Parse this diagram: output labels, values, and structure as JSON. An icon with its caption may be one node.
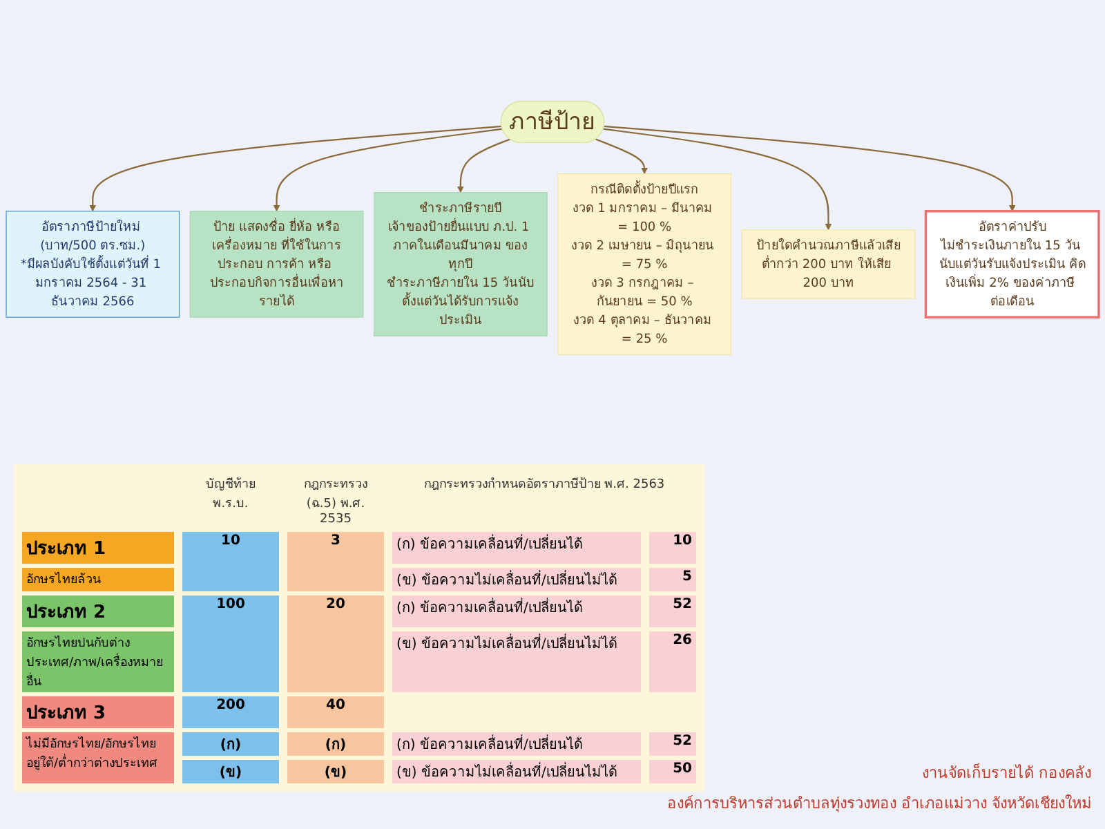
{
  "diagram": {
    "nodes": [
      {
        "text": [
          "ภาษีป้าย"
        ]
      },
      {
        "text": [
          "ชำระภาษีรายปี",
          "เจ้าของป้ายยื่นแบบ ภ.ป. 1 ภาคในเดือนมีนาคม ของทุกปี",
          "ชำระภาษีภายใน 15 วันนับตั้งแต่วันได้รับการแจ้งประเมิน"
        ]
      },
      {
        "text": [
          "ป้าย แสดงชื่อ ยี่ห้อ หรือเครื่องหมาย ที่ใช้ในการประกอบ การค้า หรือ ประกอบกิจการอื่นเพื่อหารายได้"
        ]
      },
      {
        "text": [
          "กรณีติดตั้งป้ายปีแรก",
          "งวด 1 มกราคม – มีนาคม = 100 %",
          "งวด 2 เมษายน – มิถุนายน = 75 %",
          "งวด 3 กรกฎาคม – กันยายน = 50 %",
          "งวด 4 ตุลาคม – ธันวาคม = 25 %"
        ]
      },
      {
        "text": [
          "ป้ายใดคำนวณภาษีแล้วเสียต่ำกว่า 200 บาท ให้เสีย 200 บาท"
        ]
      },
      {
        "text": [
          "อัตราค่าปรับ",
          "ไม่ชำระเงินภายใน 15 วัน นับแต่วันรับแจ้งประเมิน คิดเงินเพิ่ม 2% ของค่าภาษี ต่อเดือน"
        ]
      },
      {
        "text": [
          "อัตราภาษีป้ายใหม่ (บาท/500 ตร.ซม.)",
          "*มีผลบังคับใช้ตั้งแต่วันที่ 1 มกราคม 2564 - 31 ธันวาคม 2566"
        ]
      }
    ],
    "edges": [
      {
        "from": 0,
        "to": 6,
        "arrow": "to"
      },
      {
        "from": 0,
        "to": 2,
        "arrow": "to"
      },
      {
        "from": 0,
        "to": 1,
        "arrow": "to"
      },
      {
        "from": 0,
        "to": 3,
        "arrow": "to"
      },
      {
        "from": 0,
        "to": 4,
        "arrow": "to"
      },
      {
        "from": 0,
        "to": 5,
        "arrow": "to"
      }
    ],
    "labels": [
      "บัญชีท้าย พ.ร.บ.",
      "กฎกระทรวง (ฉ.5) พ.ศ. 2535",
      "กฎกระทรวงกำหนดอัตราภาษีป้าย พ.ศ. 2563",
      "ประเภท 1",
      "อักษรไทยล้วน",
      "10",
      "3",
      "(ก) ข้อความเคลื่อนที่/เปลี่ยนได้",
      "10",
      "(ข) ข้อความไม่เคลื่อนที่/เปลี่ยนไม่ได้",
      "5",
      "ประเภท 2",
      "อักษรไทยปนกับต่างประเทศ/ภาพ/เครื่องหมายอื่น",
      "100",
      "20",
      "(ก) ข้อความเคลื่อนที่/เปลี่ยนได้",
      "52",
      "(ข) ข้อความไม่เคลื่อนที่/เปลี่ยนไม่ได้",
      "26",
      "ประเภท 3",
      "ไม่มีอักษรไทย/อักษรไทยอยู่ใต้/ต่ำกว่าต่างประเทศ",
      "200",
      "(ก)",
      "(ข)",
      "40",
      "(ก)",
      "(ข)",
      "(ก) ข้อความเคลื่อนที่/เปลี่ยนได้",
      "52",
      "(ข) ข้อความไม่เคลื่อนที่/เปลี่ยนไม่ได้",
      "50",
      "งานจัดเก็บรายได้ กองคลัง",
      "องค์การบริหารส่วนตำบลทุ่งรวงทอง อำเภอแม่วาง จังหวัดเชียงใหม่"
    ]
  }
}
